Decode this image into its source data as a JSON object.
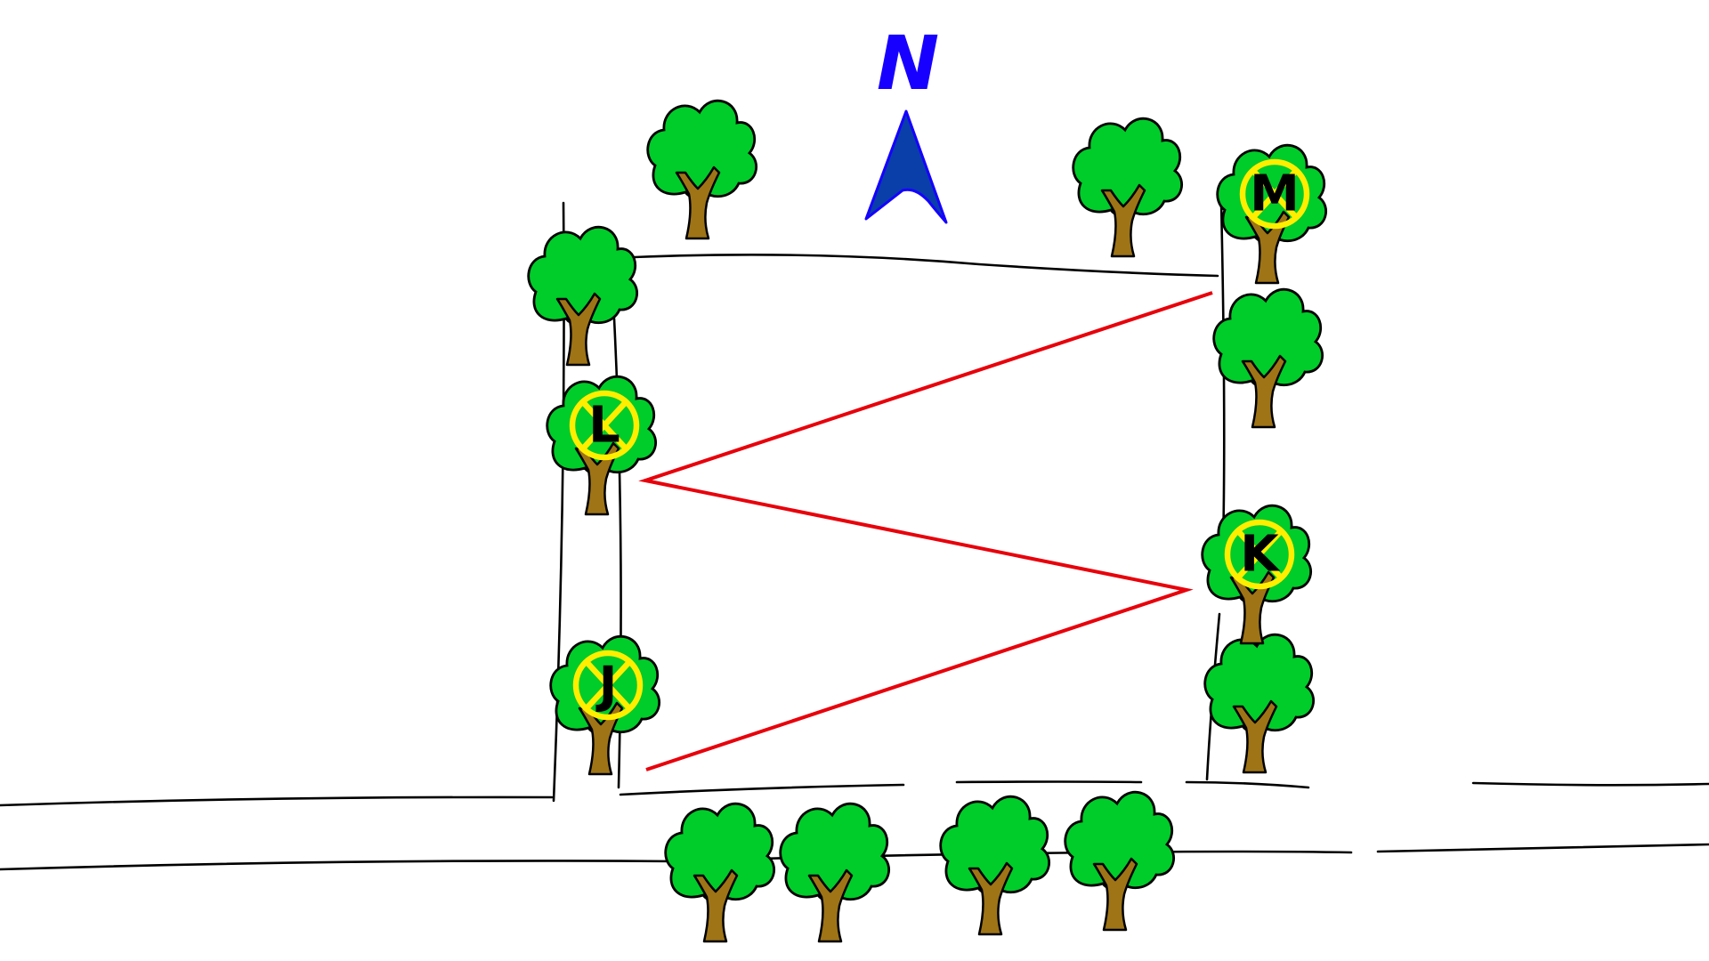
{
  "compass": {
    "label": "N",
    "arrow_fill": "#0a3ea8",
    "arrow_stroke": "#1500ff",
    "label_color": "#1700ff"
  },
  "route_color": "#e8000b",
  "colors": {
    "canopy": "#00cc2a",
    "trunk": "#9e7417",
    "marker_ring": "#ffee00"
  },
  "trees": [
    {
      "id": "tree-nw-top",
      "marker": ""
    },
    {
      "id": "tree-ne-top",
      "marker": ""
    },
    {
      "id": "tree-west-upper",
      "marker": ""
    },
    {
      "id": "tree-east-upper",
      "marker": ""
    },
    {
      "id": "tree-east-lower",
      "marker": ""
    },
    {
      "id": "tree-south-1",
      "marker": ""
    },
    {
      "id": "tree-south-2",
      "marker": ""
    },
    {
      "id": "tree-south-3",
      "marker": ""
    },
    {
      "id": "tree-south-4",
      "marker": ""
    },
    {
      "id": "tree-marker-m",
      "marker": "M"
    },
    {
      "id": "tree-marker-l",
      "marker": "L"
    },
    {
      "id": "tree-marker-k",
      "marker": "K"
    },
    {
      "id": "tree-marker-j",
      "marker": "J"
    }
  ],
  "route_sequence": [
    "J",
    "K",
    "L",
    "M"
  ]
}
